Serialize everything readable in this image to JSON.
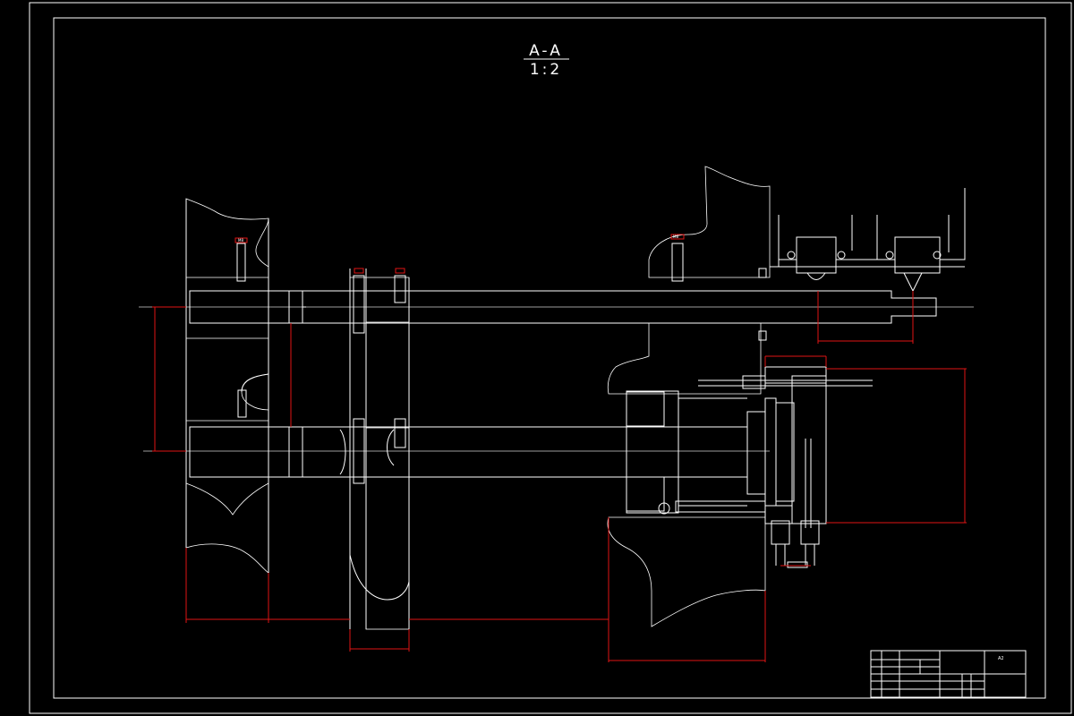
{
  "drawing": {
    "section_title": "A-A",
    "scale": "1:2"
  },
  "colors": {
    "background": "#000000",
    "linework": "#ffffff",
    "dimensions": "#e01515",
    "centerlines": "#cfcfcf"
  },
  "title_block": {
    "sheet_label": "A2",
    "rows": [
      "",
      "",
      "",
      ""
    ]
  }
}
